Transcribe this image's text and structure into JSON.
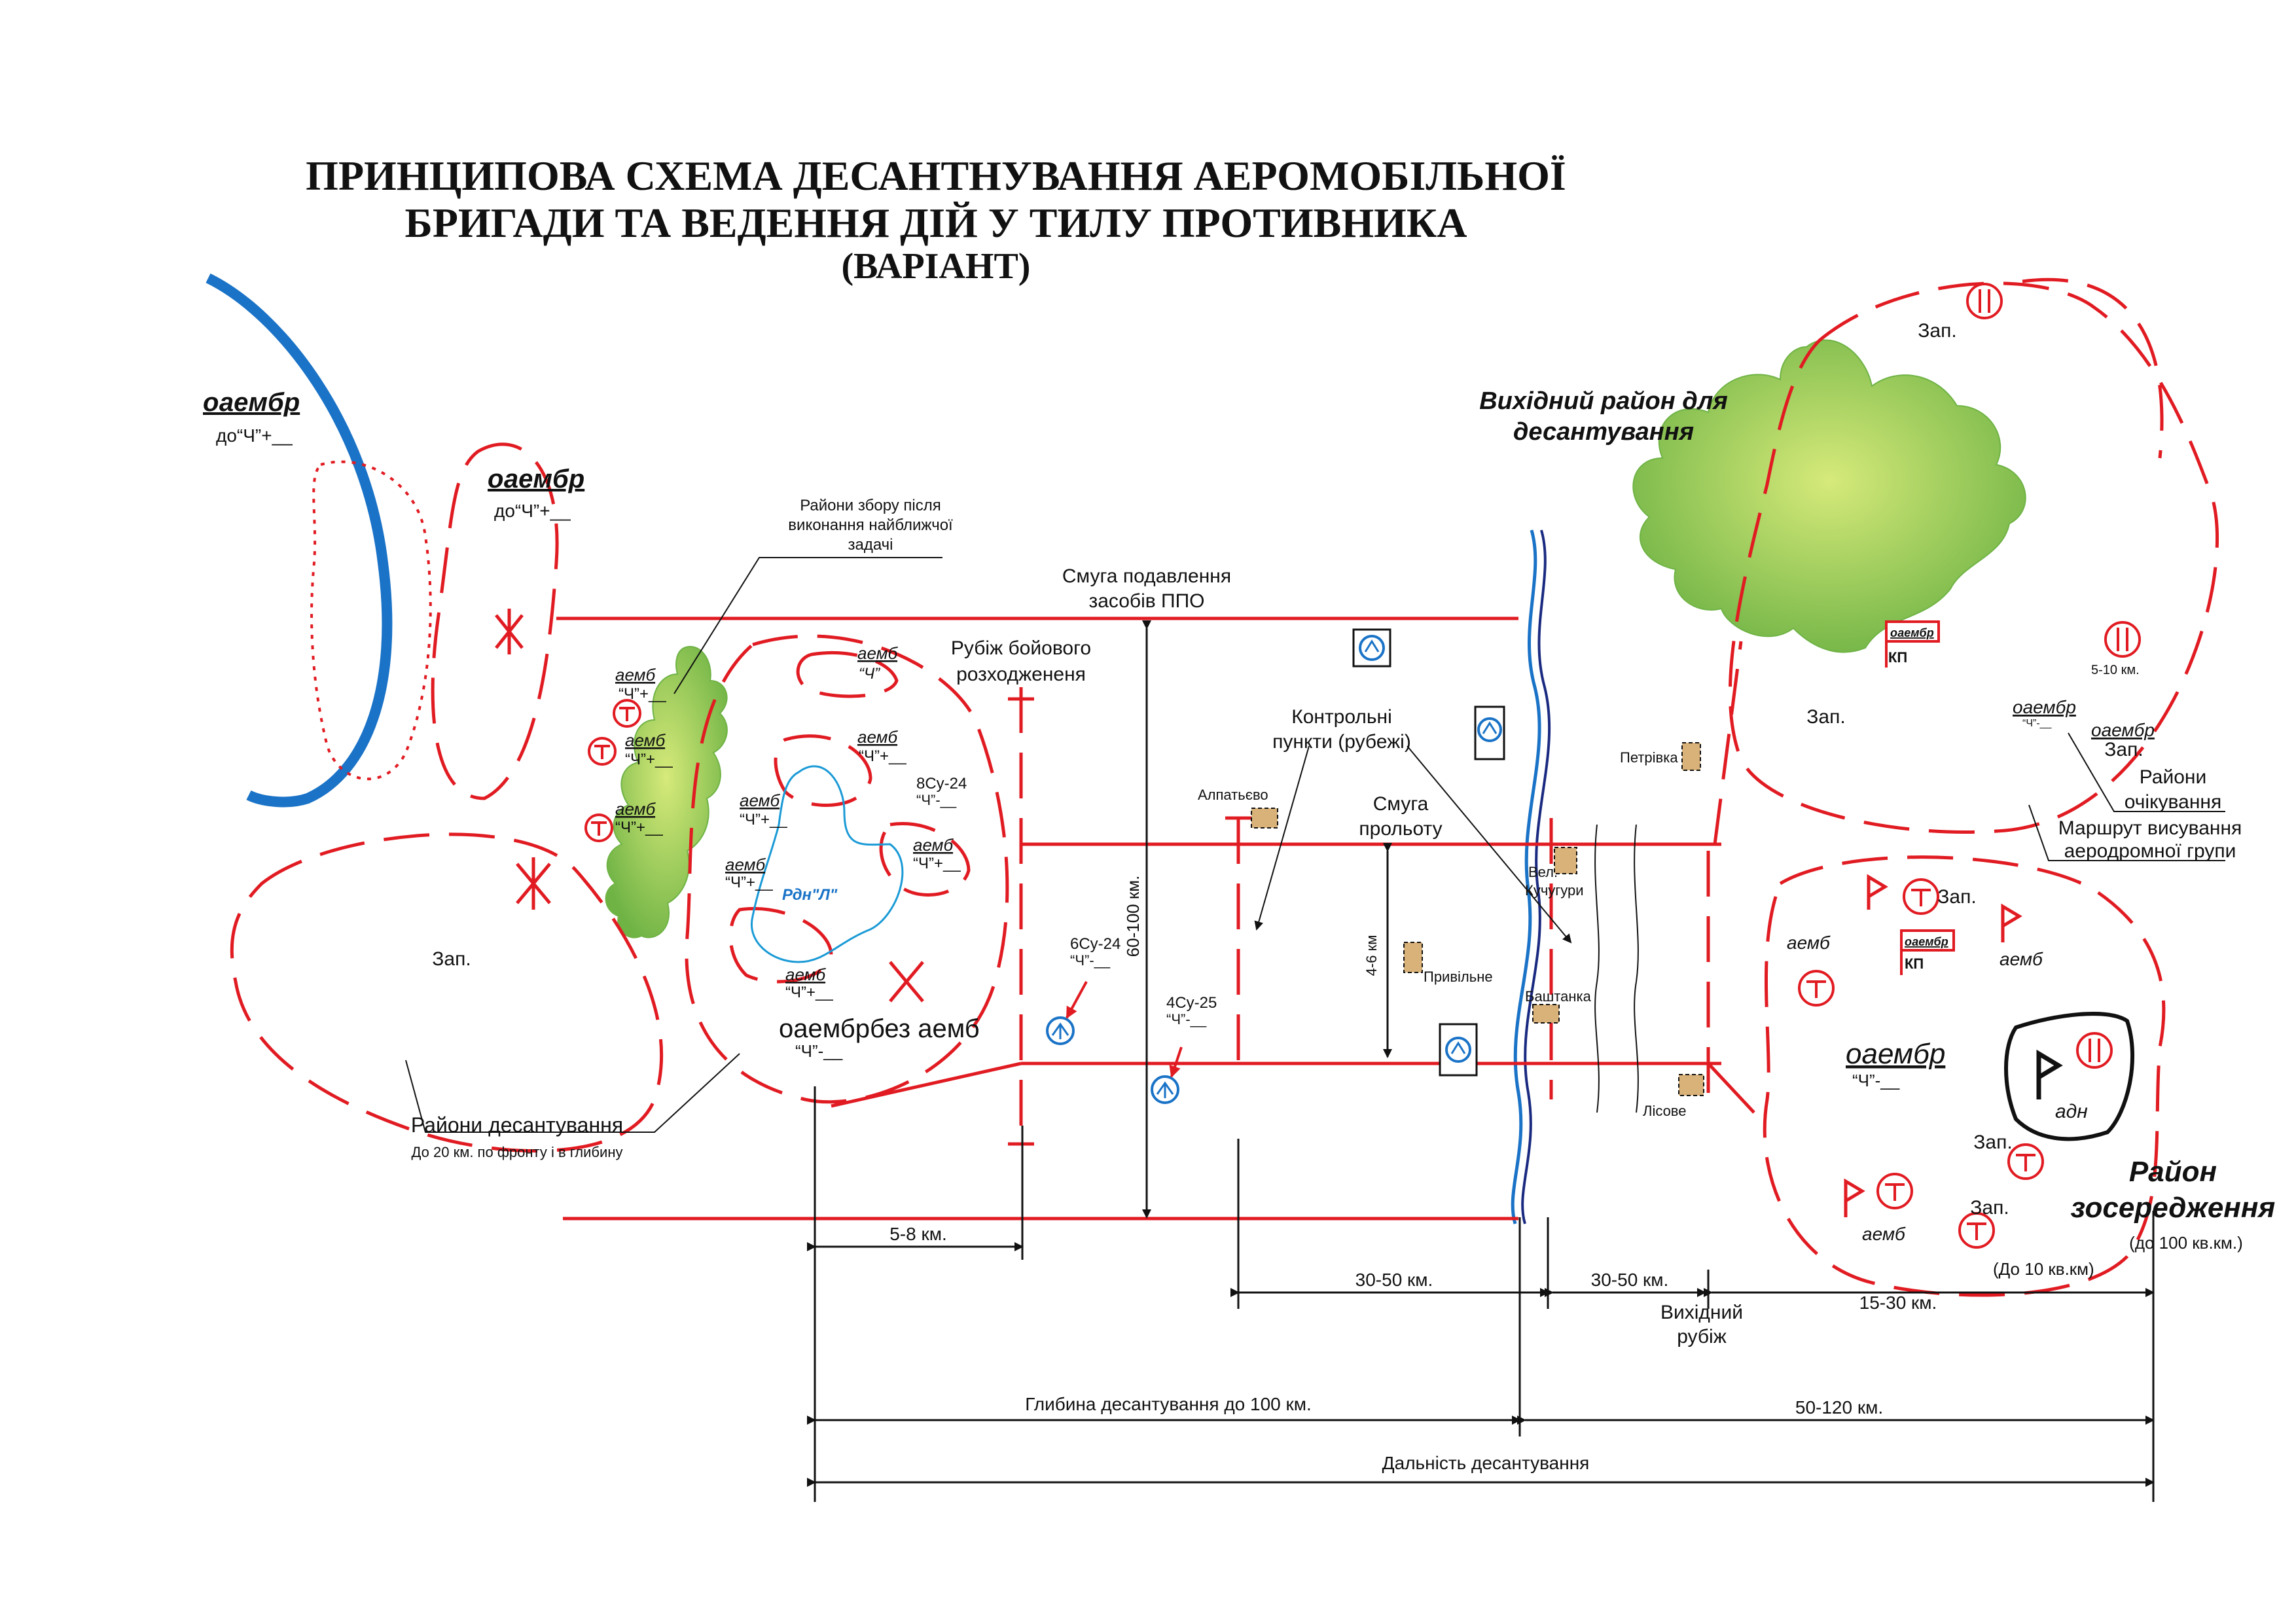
{
  "title": {
    "line1": "ПРИНЦИПОВА СХЕМА   ДЕСАНТНУВАННЯ АЕРОМОБІЛЬНОЇ",
    "line2": "БРИГАДИ ТА ВЕДЕННЯ ДІЙ У ТИЛУ ПРОТИВНИКА",
    "line3": "(ВАРІАНТ)"
  },
  "units": {
    "oaembr": "оаембр",
    "aemb": "аемб",
    "adn": "адн",
    "kp": "КП",
    "zap": "Зап.",
    "rdn": "Рдн\"Л\"",
    "h_plus": "до“Ч”+__",
    "h_plus_short": "“Ч”+__",
    "h_quote": "“Ч”",
    "h_minus": "“Ч”-__",
    "oaembr_bez": "оаембрбез аемб",
    "su24_8": "8Су-24",
    "su24_6": "6Су-24",
    "su25_4": "4Су-25"
  },
  "labels": {
    "zbir": [
      "Райони збору після",
      "виконання найближчої",
      "задачі"
    ],
    "ppo": [
      "Смуга подавлення",
      "засобів ППО"
    ],
    "rubizh": [
      "Рубіж бойового",
      "розходжененя"
    ],
    "kontrol": [
      "Контрольні",
      "пункти (рубежі)"
    ],
    "smuga": [
      "Смуга",
      "прольоту"
    ],
    "vykhidnyi_raion": [
      "Вихідний район для",
      "десантування"
    ],
    "raiony_desant": "Райони десантування",
    "raiony_desant_sub": "До 20 км. по фронту і в глибину",
    "ochikuvannia": [
      "Райони",
      "очікування"
    ],
    "marshrut": [
      "Маршрут висування",
      "аеродромної групи"
    ],
    "zoseredzhennia": [
      "Район",
      "зосередження"
    ],
    "zoser_area": "(до 100 кв.км.)",
    "do10": "(До 10 кв.км)",
    "vykhidnyi_rubizh": [
      "Вихідний",
      "рубіж"
    ],
    "range_km": "60-100 км.",
    "range_4_6": "4-6 км",
    "range_5_10": "5-10 км."
  },
  "places": {
    "alpatevo": "Алпатьєво",
    "petrivka": "Петрівка",
    "vel_kuchuhury": [
      "Вел.",
      "Кучугури"
    ],
    "pryvilne": "Привільне",
    "bashtanka": "Баштанка",
    "lisove": "Лісове"
  },
  "dimensions": {
    "d5_8": "5-8 км.",
    "d30_50a": "30-50 км.",
    "d30_50b": "30-50 км.",
    "d15_30": "15-30 км.",
    "depth": "Глибина десантування до 100 км.",
    "d50_120": "50-120 км.",
    "distance": "Дальність десантування"
  },
  "colors": {
    "red": "#e11b22",
    "blue": "#1a73c7",
    "forest": "#8cc63f",
    "black": "#111111"
  }
}
